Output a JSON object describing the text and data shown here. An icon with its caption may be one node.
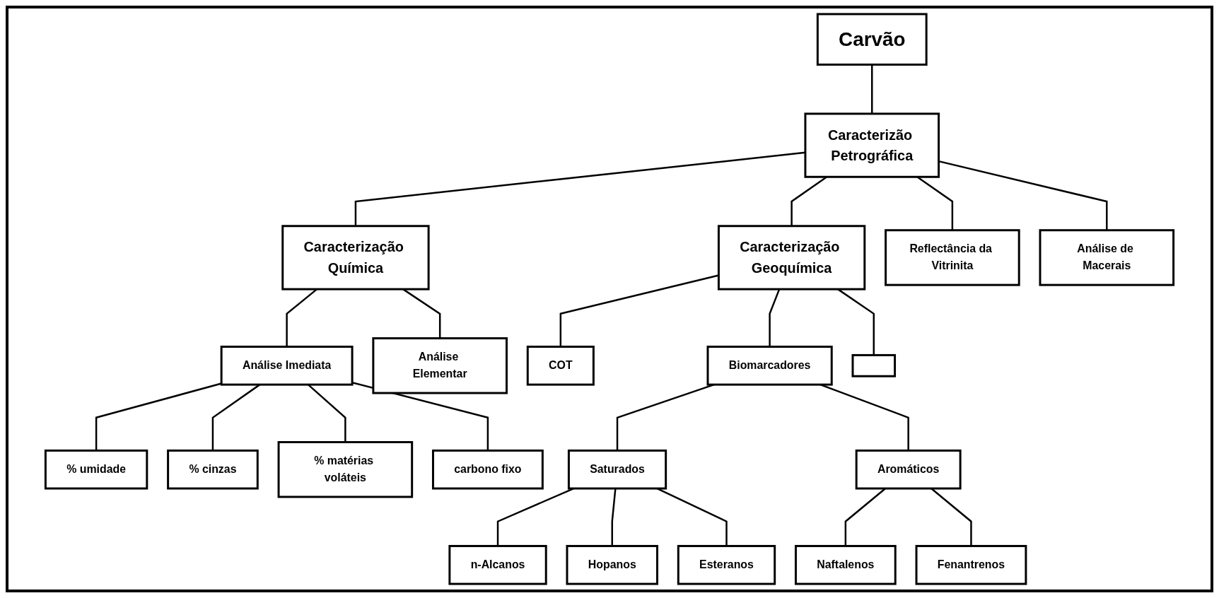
{
  "diagram": {
    "nodes": [
      {
        "text": [
          "Carvão"
        ]
      },
      {
        "text": [
          "Caracterização Química"
        ]
      },
      {
        "text": [
          "Caracterizão Petrográfica"
        ]
      },
      {
        "text": [
          "Caracterização Geoquímica"
        ]
      },
      {
        "text": [
          "Análise Imediata"
        ]
      },
      {
        "text": [
          "Análise Elementar"
        ]
      },
      {
        "text": [
          "Reflectância da Vitrinita"
        ]
      },
      {
        "text": [
          "Análise de Macerais"
        ]
      },
      {
        "text": [
          "COT"
        ]
      },
      {
        "text": [
          "Biomarcadores"
        ]
      },
      {
        "text": [],
        "shape": "box"
      },
      {
        "text": [
          "% umidade"
        ]
      },
      {
        "text": [
          "% cinzas"
        ]
      },
      {
        "text": [
          "% matérias voláteis"
        ]
      },
      {
        "text": [
          "carbono fixo"
        ]
      },
      {
        "text": [
          "Saturados"
        ]
      },
      {
        "text": [
          "Aromáticos"
        ]
      },
      {
        "text": [
          "n-Alcanos"
        ]
      },
      {
        "text": [
          "Hopanos"
        ]
      },
      {
        "text": [
          "Esteranos"
        ]
      },
      {
        "text": [
          "Naftalenos"
        ]
      },
      {
        "text": [
          "Fenantrenos"
        ]
      }
    ],
    "edges": [
      {
        "from": 0,
        "to": 2,
        "arrow": "none"
      },
      {
        "from": 2,
        "to": 1,
        "arrow": "none"
      },
      {
        "from": 2,
        "to": 3,
        "arrow": "none"
      },
      {
        "from": 1,
        "to": 4,
        "arrow": "none"
      },
      {
        "from": 1,
        "to": 5,
        "arrow": "none"
      },
      {
        "from": 2,
        "to": 6,
        "arrow": "none"
      },
      {
        "from": 2,
        "to": 7,
        "arrow": "none"
      },
      {
        "from": 3,
        "to": 8,
        "arrow": "none"
      },
      {
        "from": 3,
        "to": 9,
        "arrow": "none"
      },
      {
        "from": 3,
        "to": 10,
        "arrow": "none"
      },
      {
        "from": 4,
        "to": 11,
        "arrow": "none"
      },
      {
        "from": 4,
        "to": 12,
        "arrow": "none"
      },
      {
        "from": 4,
        "to": 13,
        "arrow": "none"
      },
      {
        "from": 4,
        "to": 14,
        "arrow": "none"
      },
      {
        "from": 9,
        "to": 15,
        "arrow": "none"
      },
      {
        "from": 9,
        "to": 16,
        "arrow": "none"
      },
      {
        "from": 15,
        "to": 17,
        "arrow": "none"
      },
      {
        "from": 15,
        "to": 18,
        "arrow": "none"
      },
      {
        "from": 15,
        "to": 19,
        "arrow": "none"
      },
      {
        "from": 16,
        "to": 20,
        "arrow": "none"
      },
      {
        "from": 16,
        "to": 21,
        "arrow": "none"
      }
    ]
  }
}
